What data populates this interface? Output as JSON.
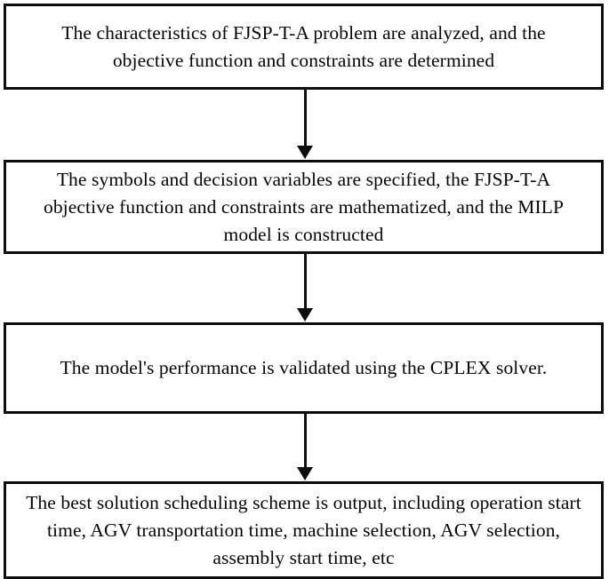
{
  "diagram": {
    "type": "flowchart",
    "orientation": "vertical",
    "background_color": "#ffffff",
    "line_color": "#0d0d0d",
    "text_color": "#050505",
    "nodes": [
      {
        "id": "node-1",
        "shape": "rectangle",
        "text": "The characteristics of FJSP-T-A problem are analyzed, and the objective function and constraints are determined"
      },
      {
        "id": "node-2",
        "shape": "rectangle",
        "text": "The symbols and decision variables are specified, the FJSP-T-A objective function and constraints are mathematized, and the MILP model is constructed"
      },
      {
        "id": "node-3",
        "shape": "rectangle",
        "text": "The model's performance is validated using the CPLEX solver."
      },
      {
        "id": "node-4",
        "shape": "rectangle",
        "text": "The best solution scheduling scheme is output, including operation start time, AGV transportation time, machine selection, AGV selection, assembly start time, etc"
      }
    ],
    "connectors": [
      {
        "id": "connector-1",
        "from": "node-1",
        "to": "node-2",
        "style": "solid-line-with-arrowhead"
      },
      {
        "id": "connector-2",
        "from": "node-2",
        "to": "node-3",
        "style": "solid-line-with-arrowhead"
      },
      {
        "id": "connector-3",
        "from": "node-3",
        "to": "node-4",
        "style": "solid-line-with-arrowhead"
      }
    ]
  }
}
